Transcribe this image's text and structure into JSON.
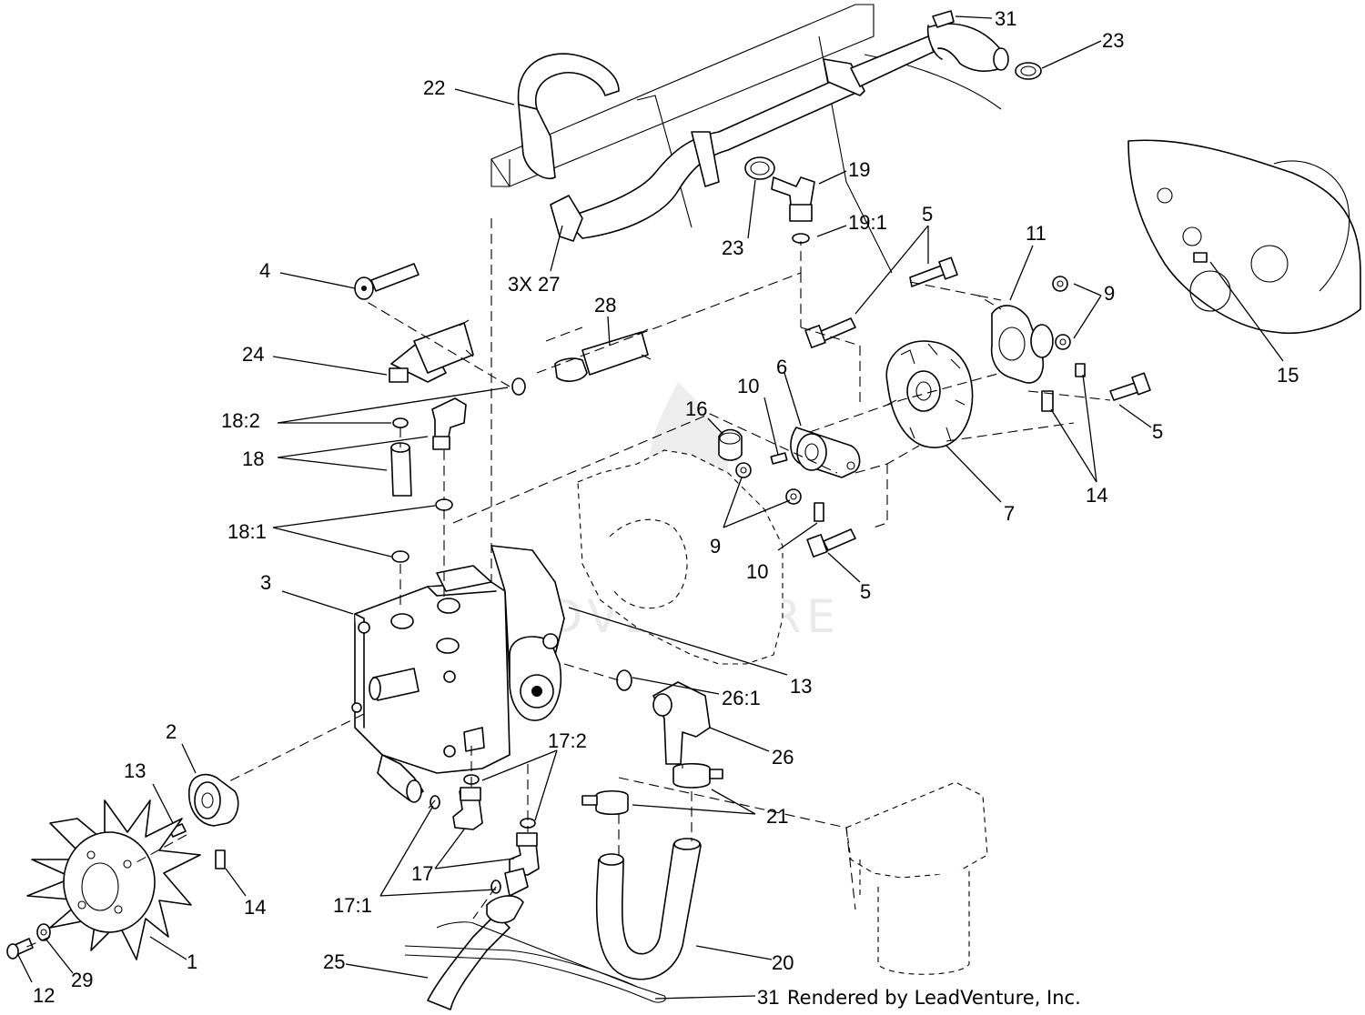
{
  "watermark": "LEADVENTURE",
  "credit": "Rendered by LeadVenture, Inc.",
  "callouts": {
    "c31_top": "31",
    "c23_top": "23",
    "c22": "22",
    "c19": "19",
    "c23_mid": "23",
    "c19_1": "19:1",
    "c3x27": "3X 27",
    "c5_a": "5",
    "c11": "11",
    "c9_a": "9",
    "c15": "15",
    "c4": "4",
    "c28": "28",
    "c24": "24",
    "c18_2": "18:2",
    "c18": "18",
    "c16": "16",
    "c10_a": "10",
    "c6": "6",
    "c5_b": "5",
    "c14_a": "14",
    "c7": "7",
    "c9_b": "9",
    "c18_1": "18:1",
    "c10_b": "10",
    "c5_c": "5",
    "c3": "3",
    "c13_a": "13",
    "c26_1": "26:1",
    "c26": "26",
    "c2": "2",
    "c13_b": "13",
    "c17_2": "17:2",
    "c21": "21",
    "c14_b": "14",
    "c17": "17",
    "c17_1": "17:1",
    "c1": "1",
    "c20": "20",
    "c25": "25",
    "c12": "12",
    "c29": "29",
    "c31_bot": "31"
  }
}
